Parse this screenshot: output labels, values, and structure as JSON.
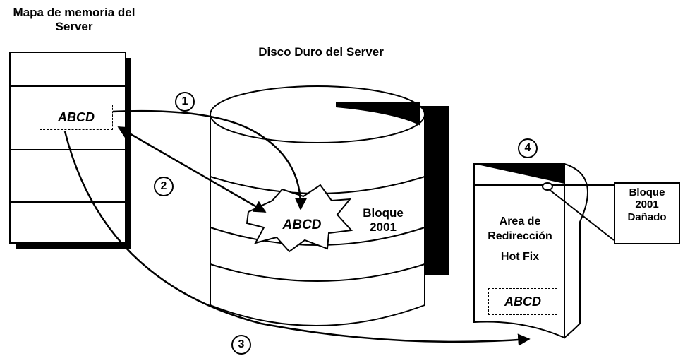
{
  "titles": {
    "memory_map": "Mapa de memoria del Server",
    "disk": "Disco Duro del Server"
  },
  "data_blocks": {
    "memory": "ABCD",
    "disk": "ABCD",
    "hotfix": "ABCD"
  },
  "disk_block_label": [
    "Bloque",
    "2001"
  ],
  "hotfix_area_label": [
    "Area de",
    "Redirección",
    "Hot Fix"
  ],
  "callout_label": [
    "Bloque",
    "2001",
    "Dañado"
  ],
  "steps": [
    "1",
    "2",
    "3",
    "4"
  ]
}
